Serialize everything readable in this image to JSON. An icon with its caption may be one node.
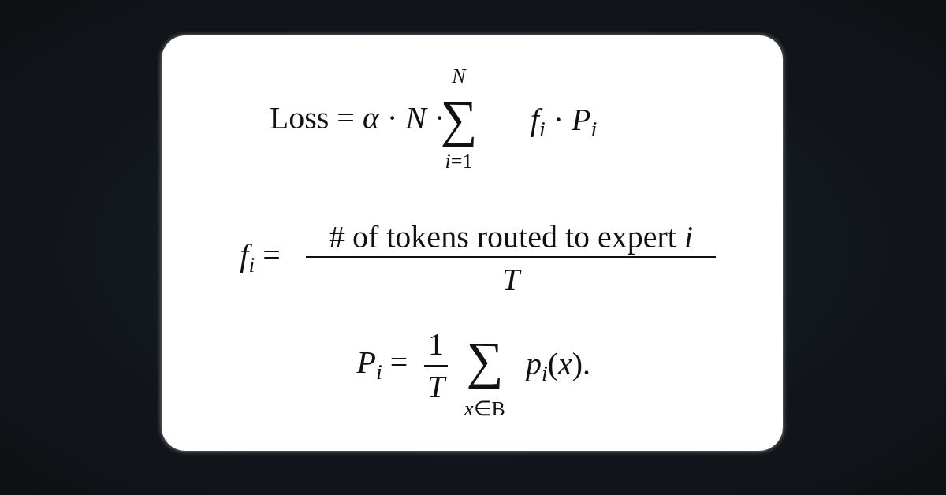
{
  "diagram": {
    "labels": [
      "Loss = *α* · *N* ·",
      "*N*",
      "∑",
      "*i*=1",
      "*f*$_{i}$ · *P*$_{i}$",
      "*f*$_{i}$ =",
      "# of tokens routed to expert *i*",
      "*T*",
      "*P*$_{i}$ =",
      "1",
      "*T*",
      "∑",
      "*x*∈B",
      "*p*$_{i}$(*x*)."
    ]
  }
}
